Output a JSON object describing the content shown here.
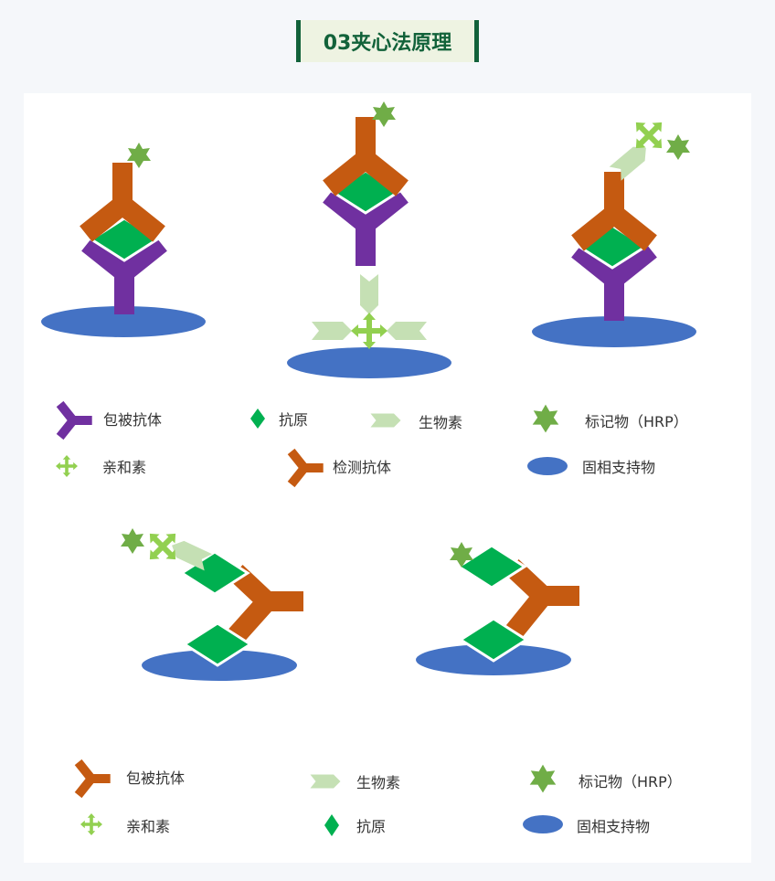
{
  "title": "03夹心法原理",
  "legend_top": {
    "coating_antibody": "包被抗体",
    "antigen": "抗原",
    "biotin": "生物素",
    "label_hrp": "标记物（HRP）",
    "avidin": "亲和素",
    "detection_antibody": "检测抗体",
    "solid_support": "固相支持物"
  },
  "legend_bottom": {
    "coating_antibody": "包被抗体",
    "biotin": "生物素",
    "label_hrp": "标记物（HRP）",
    "avidin": "亲和素",
    "antigen": "抗原",
    "solid_support": "固相支持物"
  },
  "colors": {
    "coating_antibody": "#7030a0",
    "detection_antibody": "#c55a11",
    "antigen": "#00b050",
    "biotin": "#c5e0b4",
    "hrp": "#70ad47",
    "avidin": "#92d050",
    "support": "#4472c4",
    "title": "#12623a"
  }
}
